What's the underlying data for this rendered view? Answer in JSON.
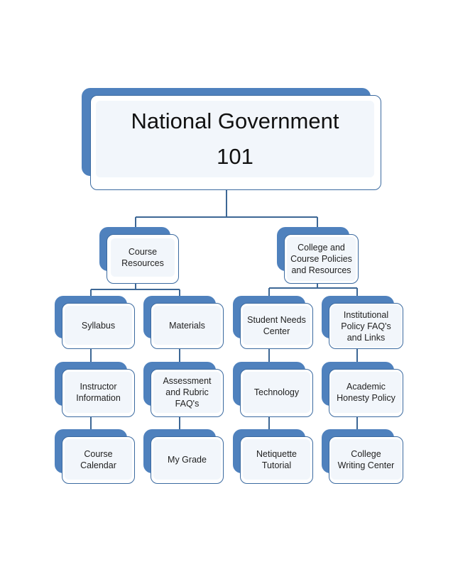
{
  "root": {
    "label": "National Government\n101"
  },
  "branches": [
    {
      "label": "Course\nResources",
      "columns": [
        [
          "Syllabus",
          "Instructor\nInformation",
          "Course\nCalendar"
        ],
        [
          "Materials",
          "Assessment\nand Rubric\nFAQ's",
          "My Grade"
        ]
      ]
    },
    {
      "label": "College and\nCourse Policies\nand Resources",
      "columns": [
        [
          "Student Needs\nCenter",
          "Technology",
          "Netiquette\nTutorial"
        ],
        [
          "Institutional\nPolicy FAQ's\nand Links",
          "Academic\nHonesty Policy",
          "College\nWriting Center"
        ]
      ]
    }
  ],
  "colors": {
    "accent": "#4f81bd",
    "border": "#3b6aa0",
    "fill": "#f2f6fb",
    "connector": "#3d6795"
  }
}
